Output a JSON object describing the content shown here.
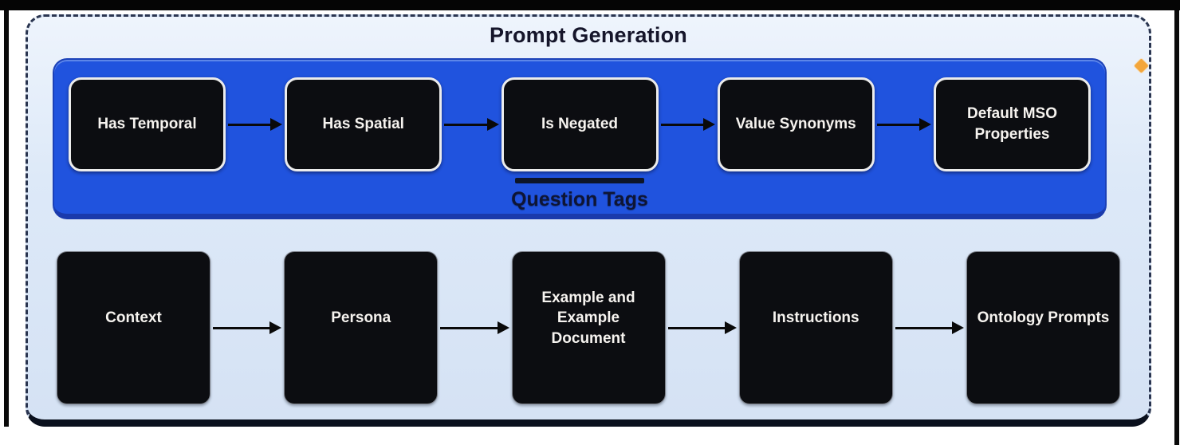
{
  "title": "Prompt Generation",
  "top_group": {
    "label": "Question Tags",
    "nodes": [
      "Has Temporal",
      "Has Spatial",
      "Is Negated",
      "Value Synonyms",
      "Default MSO Properties"
    ]
  },
  "bottom_flow": {
    "nodes": [
      "Context",
      "Persona",
      "Example and Example Document",
      "Instructions",
      "Ontology Prompts"
    ]
  },
  "icons": {
    "handle": "orange-diamond"
  },
  "colors": {
    "group_blue": "#2053DE",
    "panel_light_blue": "#DCE7F7",
    "node_black": "#0C0D11",
    "node_text": "#F6F3EF",
    "title_text": "#15152A",
    "group_label_text": "#0E1535",
    "arrow_black": "#0A0A0A",
    "handle_orange": "#F3A63B",
    "frame_black": "#050505"
  }
}
